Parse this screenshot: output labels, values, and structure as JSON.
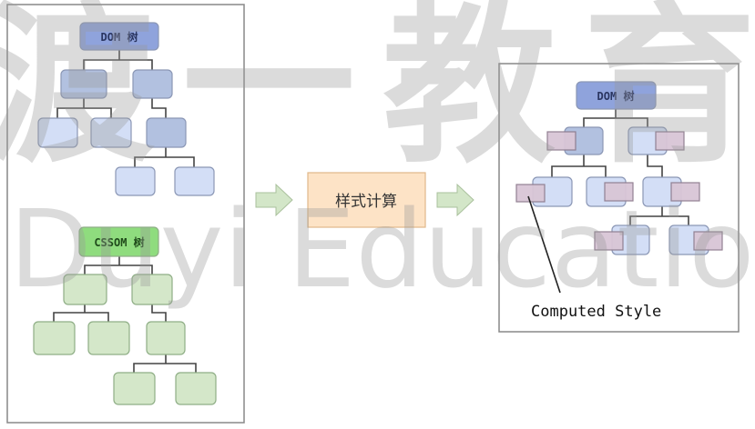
{
  "left_panel": {
    "dom_tree_label": "DOM 树",
    "cssom_tree_label": "CSSOM 树"
  },
  "process_box": {
    "label": "样式计算"
  },
  "right_panel": {
    "dom_tree_label": "DOM 树",
    "annotation": "Computed Style"
  },
  "watermark": {
    "chinese": "渡一教育",
    "english": "Duyi Education"
  },
  "colors": {
    "dom_root": "#8fa3dc",
    "dom_node": "#d3def6",
    "dom_node_dark": "#b2c1e0",
    "cssom_root": "#8fdc7e",
    "cssom_node": "#d4e7c9",
    "process_box": "#fde3c6",
    "arrow": "#d3e6c8",
    "computed_style": "#d9c6d6"
  }
}
